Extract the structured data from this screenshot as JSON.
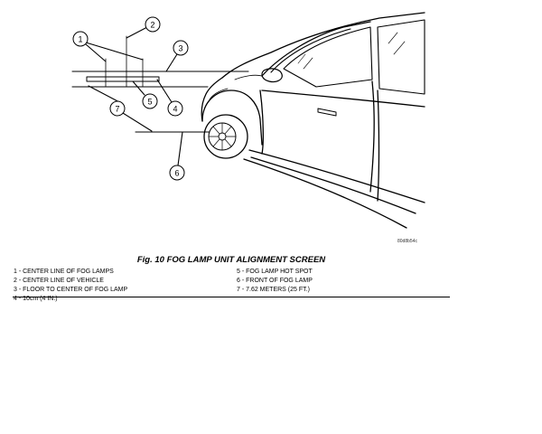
{
  "figure": {
    "reference_code": "80d8b54c",
    "caption": "Fig. 10 FOG LAMP UNIT ALIGNMENT SCREEN",
    "callouts": [
      "1",
      "2",
      "3",
      "4",
      "5",
      "6",
      "7"
    ]
  },
  "legend": {
    "left": [
      "1 - CENTER LINE OF FOG LAMPS",
      "2 - CENTER LINE OF VEHICLE",
      "3 - FLOOR TO CENTER OF FOG LAMP",
      "4 - 10cm (4 IN.)"
    ],
    "right": [
      "5 - FOG LAMP HOT SPOT",
      "6 - FRONT OF FOG LAMP",
      "7 - 7.62 METERS (25 FT.)"
    ]
  }
}
